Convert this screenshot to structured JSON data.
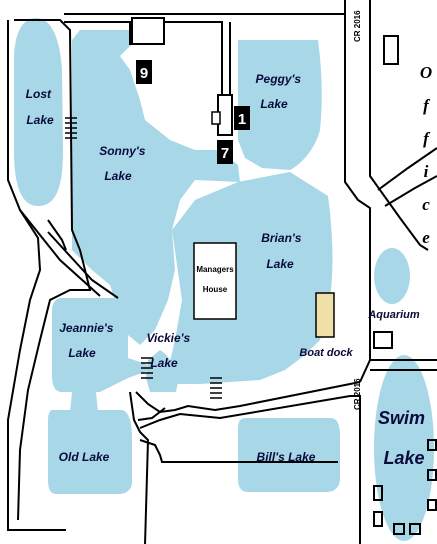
{
  "colors": {
    "water": "#a8d8e8",
    "road": "#000000",
    "label": "#0a0a3c",
    "marker": "#000000",
    "dock": "#efdfa8"
  },
  "lakes": {
    "lost": "Lost Lake",
    "sonny": "Sonny's Lake",
    "peggy": "Peggy's Lake",
    "brian": "Brian's Lake",
    "jeannie": "Jeannie's Lake",
    "vickie": "Vickie's Lake",
    "old": "Old Lake",
    "bill": "Bill's Lake",
    "swim": "Swim Lake",
    "aquarium": "Aquarium"
  },
  "buildings": {
    "managers_house": "Managers House",
    "boat_dock": "Boat dock",
    "office": "Office"
  },
  "roads": {
    "cr_top": "CR 2016",
    "cr_bottom": "CR 2016"
  },
  "markers": [
    "9",
    "1",
    "7"
  ]
}
